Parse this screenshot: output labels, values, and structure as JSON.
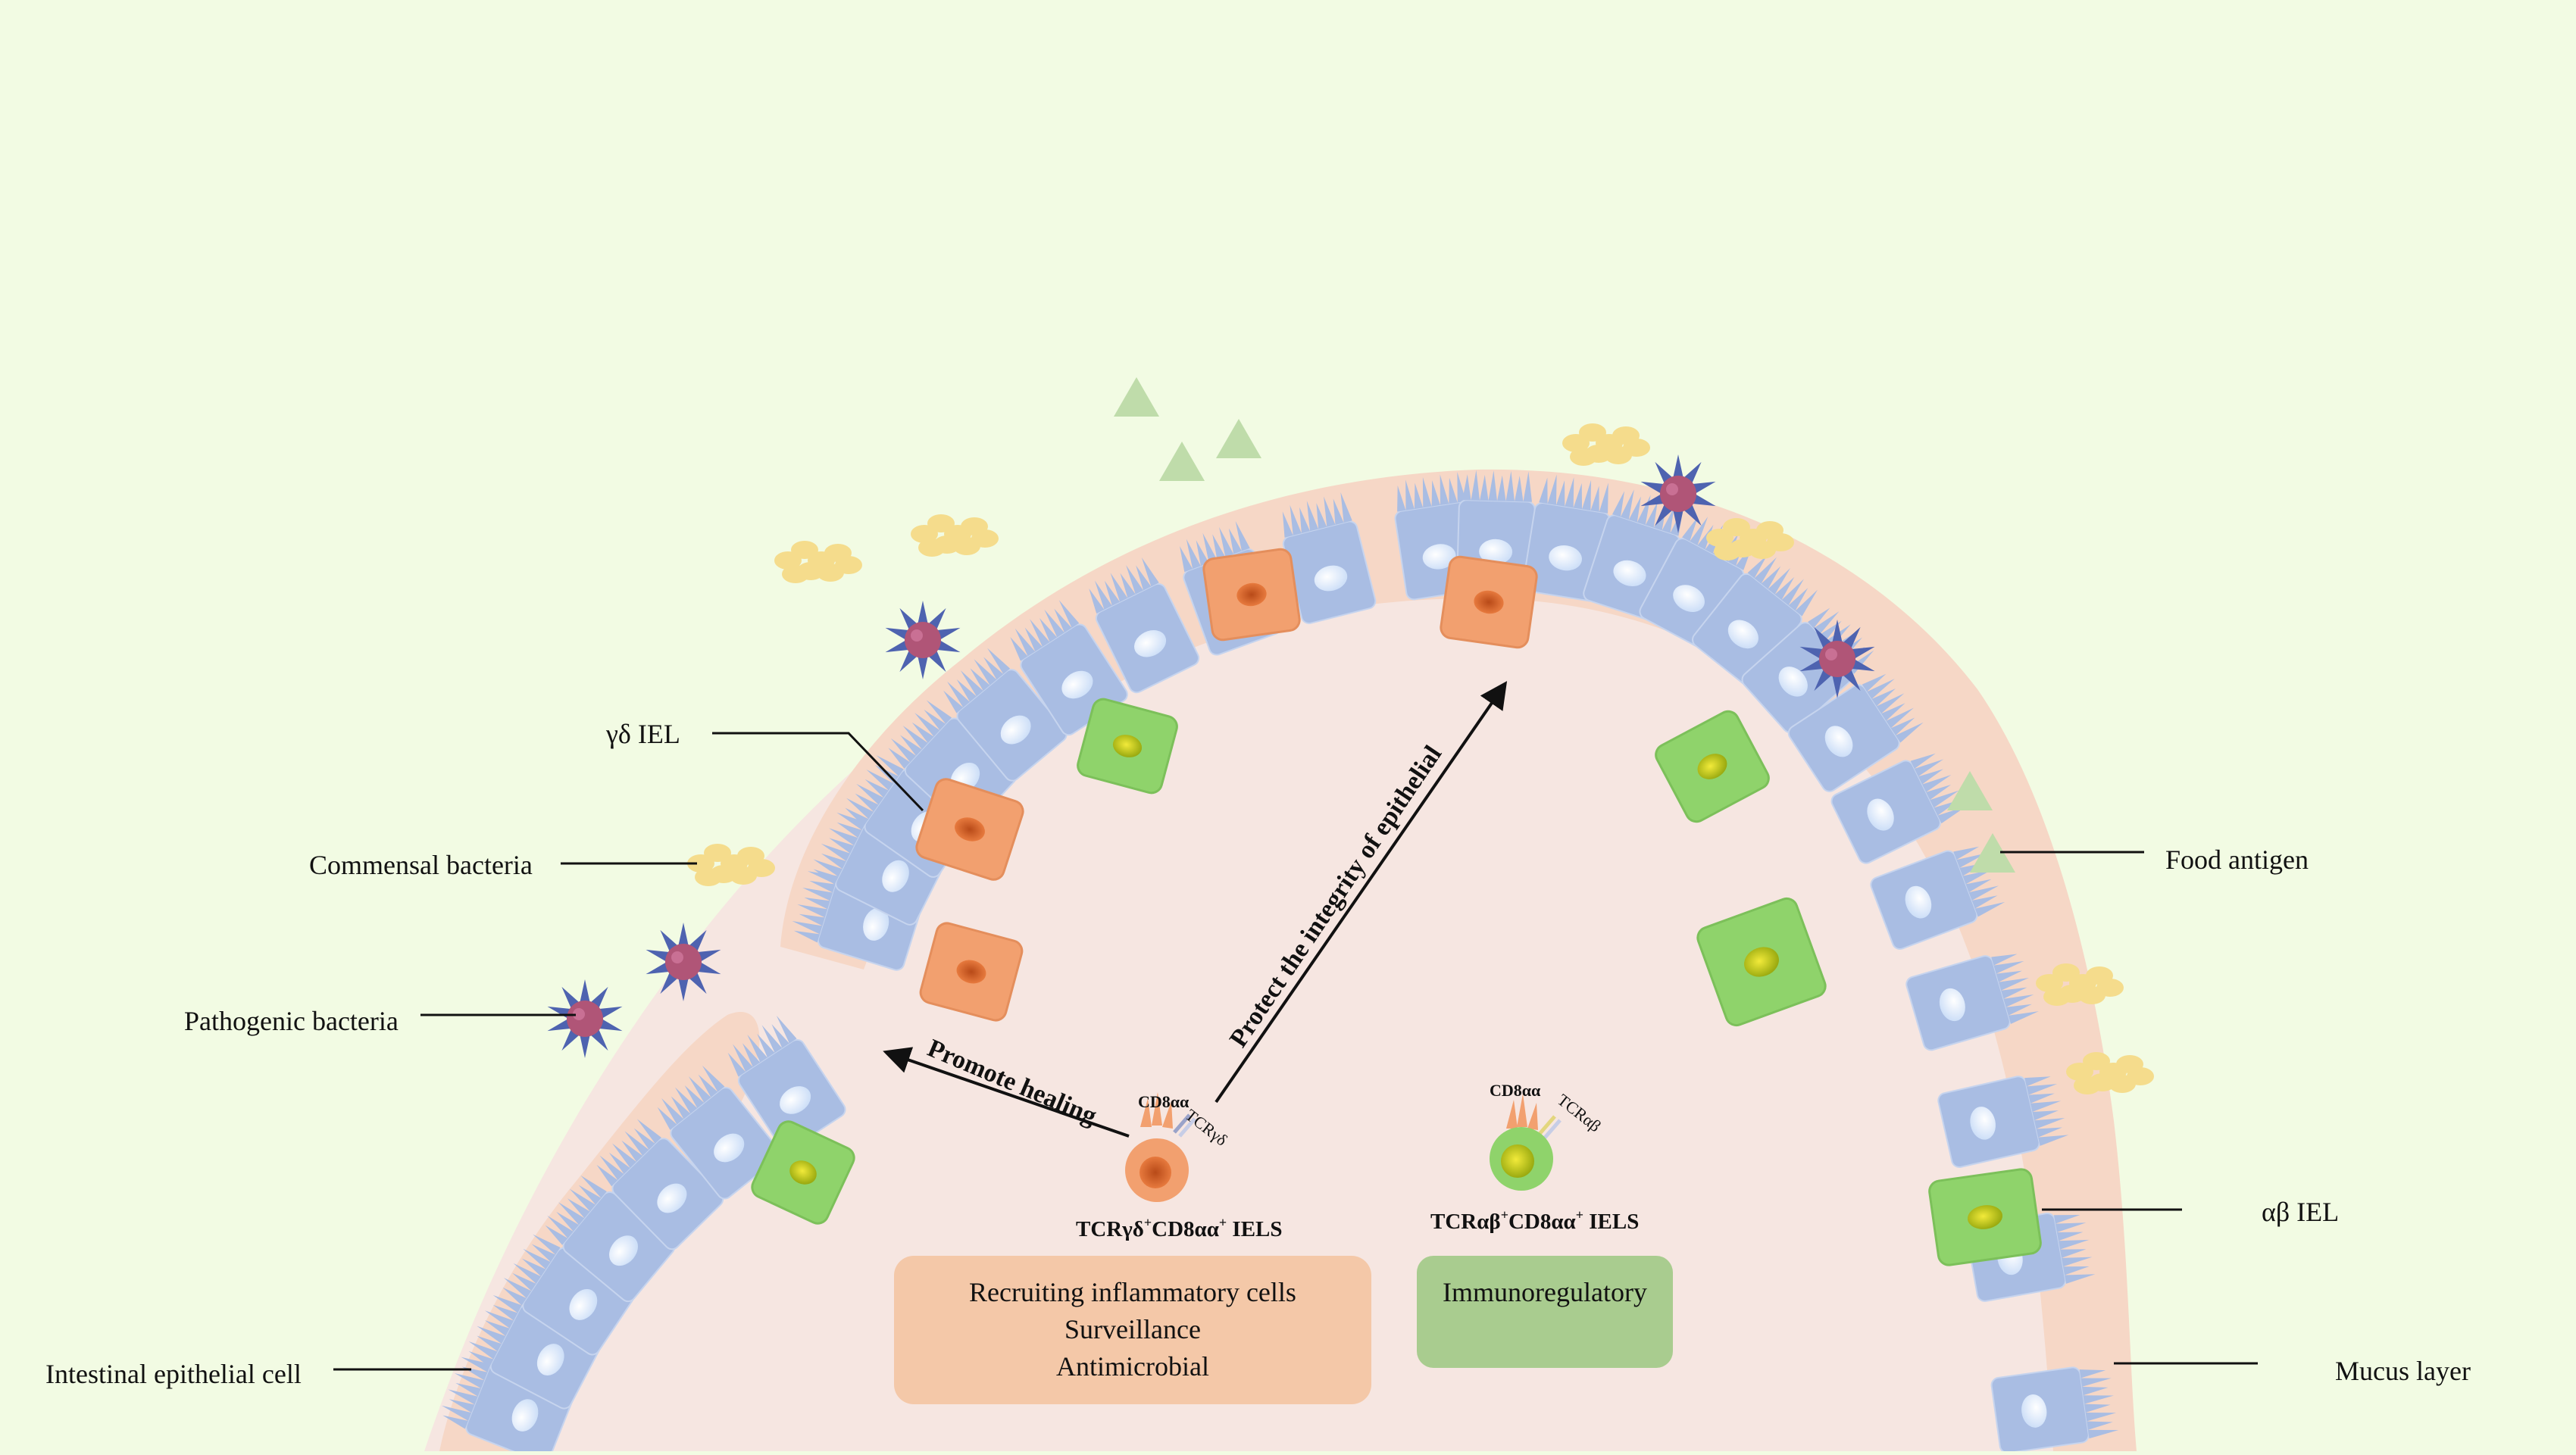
{
  "labels": {
    "gd_iel": "γδ IEL",
    "commensal": "Commensal bacteria",
    "pathogenic": "Pathogenic bacteria",
    "iec": "Intestinal epithelial cell",
    "food": "Food antigen",
    "ab_iel": "αβ IEL",
    "mucus": "Mucus layer"
  },
  "gd_cell": {
    "cd8": "CD8αα",
    "tcr": "TCRγδ",
    "title_main": "TCRγδ",
    "title_sup1": "+",
    "title_mid": "CD8αα",
    "title_sup2": "+",
    "title_end": " IELS"
  },
  "ab_cell": {
    "cd8": "CD8αα",
    "tcr": "TCRαβ",
    "title_main": "TCRαβ",
    "title_sup1": "+",
    "title_mid": "CD8αα",
    "title_sup2": "+",
    "title_end": " IELS"
  },
  "arrows": {
    "protect": "Protect the integrity of epithelial",
    "healing": "Promote healing"
  },
  "functions": {
    "gd": [
      "Recruiting inflammatory cells",
      "Surveillance",
      "Antimicrobial"
    ],
    "ab": [
      "Immunoregulatory"
    ]
  },
  "colors": {
    "background": "#f2fbe3",
    "lumen": "#f6e6e1",
    "mucus": "#f6d7c6",
    "epithelial": "#a9bde3",
    "gd_iel": "#f2a06f",
    "ab_iel": "#8fd36b",
    "commensal": "#f5dc8c",
    "pathogen": "#5b6fb0",
    "food_antigen": "#bfdcaa",
    "gd_box": "#f4c8a8",
    "ab_box": "#a9cc8f"
  }
}
